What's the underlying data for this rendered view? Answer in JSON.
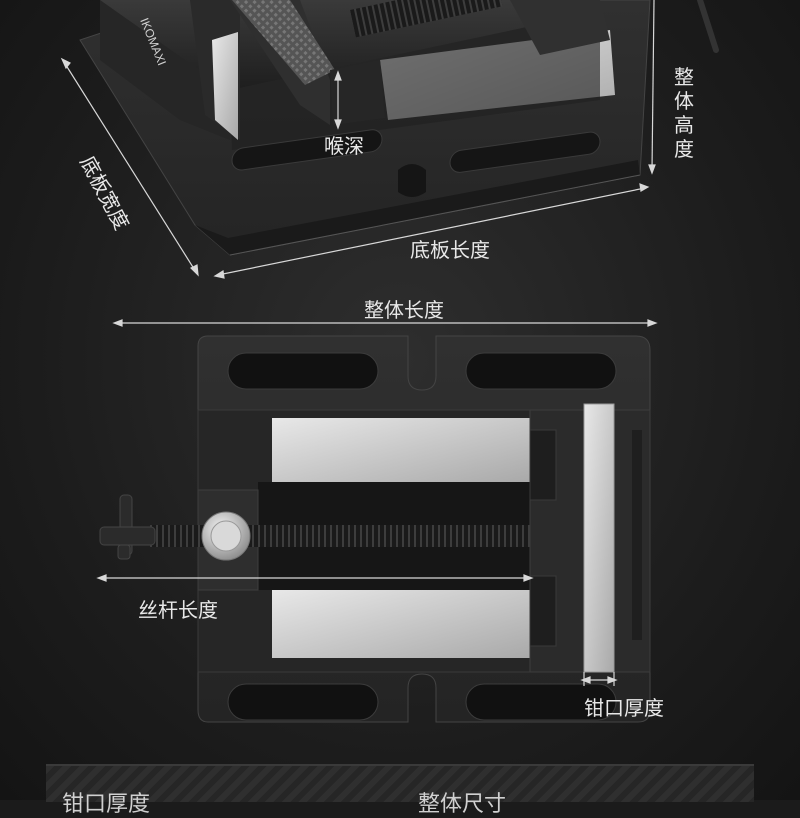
{
  "labels": {
    "throat_depth": "喉深",
    "overall_height": "整体高度",
    "base_width": "底板宽度",
    "base_length": "底板长度",
    "overall_length": "整体长度",
    "screw_length": "丝杆长度",
    "jaw_thickness": "钳口厚度"
  },
  "brand": "IKOMAXI",
  "spec_row": {
    "jaw_thickness_label": "钳口厚度",
    "overall_size_label": "整体尺寸"
  },
  "colors": {
    "background": "#1c1c1c",
    "metal_dark": "#2b2b2b",
    "metal_light": "#cfcfcf",
    "text": "#e8e8e8"
  }
}
